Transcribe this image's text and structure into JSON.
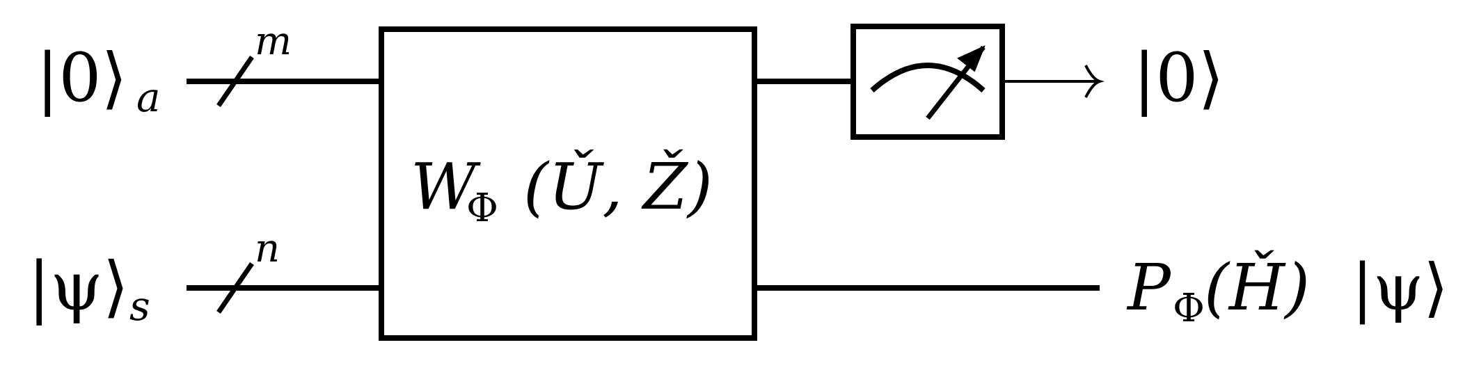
{
  "inputs": {
    "ancilla": {
      "ket_open": "|0⟩",
      "sub": "a",
      "wire_count": "m"
    },
    "system": {
      "ket_open": "|ψ⟩",
      "sub": "s",
      "wire_count": "n"
    }
  },
  "gate": {
    "name": "W",
    "sub": "Φ",
    "args": "(Ǔ, Ž)"
  },
  "measurement": {
    "icon": "meter-icon"
  },
  "outputs": {
    "ancilla": "|0⟩",
    "system": {
      "prefix": "P",
      "sub": "Φ",
      "arg": "(Ȟ)",
      "suffix": "|ψ⟩"
    }
  },
  "colors": {
    "stroke": "#000000",
    "background": "#ffffff"
  }
}
